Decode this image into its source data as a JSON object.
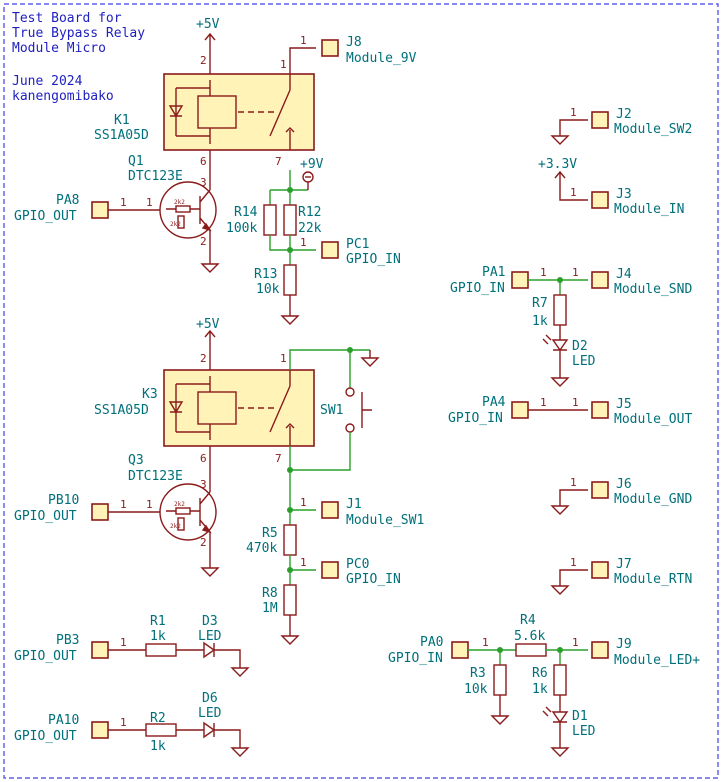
{
  "title_block": {
    "line1": "Test Board for",
    "line2": "True Bypass Relay",
    "line3": "Module Micro",
    "date": "June 2024",
    "author": "kanengomibako"
  },
  "power": {
    "v5_top": "+5V",
    "v5_bottom": "+5V",
    "v9": "+9V",
    "v33": "+3.3V"
  },
  "pins": {
    "p1": "1",
    "p2": "2",
    "p3": "3",
    "p6": "6",
    "p7": "7"
  },
  "relays": {
    "k1": {
      "ref": "K1",
      "value": "SS1A05D"
    },
    "k3": {
      "ref": "K3",
      "value": "SS1A05D"
    }
  },
  "transistors": {
    "q1": {
      "ref": "Q1",
      "value": "DTC123E",
      "r1": "2k2",
      "r2": "2k2"
    },
    "q3": {
      "ref": "Q3",
      "value": "DTC123E",
      "r1": "2k2",
      "r2": "2k2"
    }
  },
  "resistors": {
    "r14": {
      "ref": "R14",
      "value": "100k"
    },
    "r12": {
      "ref": "R12",
      "value": "22k"
    },
    "r13": {
      "ref": "R13",
      "value": "10k"
    },
    "r5": {
      "ref": "R5",
      "value": "470k"
    },
    "r8": {
      "ref": "R8",
      "value": "1M"
    },
    "r1": {
      "ref": "R1",
      "value": "1k"
    },
    "r2": {
      "ref": "R2",
      "value": "1k"
    },
    "r7": {
      "ref": "R7",
      "value": "1k"
    },
    "r4": {
      "ref": "R4",
      "value": "5.6k"
    },
    "r3": {
      "ref": "R3",
      "value": "10k"
    },
    "r6": {
      "ref": "R6",
      "value": "1k"
    }
  },
  "leds": {
    "d3": {
      "ref": "D3",
      "value": "LED"
    },
    "d6": {
      "ref": "D6",
      "value": "LED"
    },
    "d2": {
      "ref": "D2",
      "value": "LED"
    },
    "d1": {
      "ref": "D1",
      "value": "LED"
    }
  },
  "switch": {
    "ref": "SW1"
  },
  "connectors": {
    "pa8": {
      "ref": "PA8",
      "value": "GPIO_OUT"
    },
    "pb10": {
      "ref": "PB10",
      "value": "GPIO_OUT"
    },
    "pb3": {
      "ref": "PB3",
      "value": "GPIO_OUT"
    },
    "pa10": {
      "ref": "PA10",
      "value": "GPIO_OUT"
    },
    "j8": {
      "ref": "J8",
      "value": "Module_9V"
    },
    "pc1": {
      "ref": "PC1",
      "value": "GPIO_IN"
    },
    "j1": {
      "ref": "J1",
      "value": "Module_SW1"
    },
    "pc0": {
      "ref": "PC0",
      "value": "GPIO_IN"
    },
    "j2": {
      "ref": "J2",
      "value": "Module_SW2"
    },
    "j3": {
      "ref": "J3",
      "value": "Module_IN"
    },
    "pa1": {
      "ref": "PA1",
      "value": "GPIO_IN"
    },
    "j4": {
      "ref": "J4",
      "value": "Module_SND"
    },
    "pa4": {
      "ref": "PA4",
      "value": "GPIO_IN"
    },
    "j5": {
      "ref": "J5",
      "value": "Module_OUT"
    },
    "j6": {
      "ref": "J6",
      "value": "Module_GND"
    },
    "j7": {
      "ref": "J7",
      "value": "Module_RTN"
    },
    "pa0": {
      "ref": "PA0",
      "value": "GPIO_IN"
    },
    "j9": {
      "ref": "J9",
      "value": "Module_LED+"
    }
  },
  "colors": {
    "wire": "#2aa02a",
    "part": "#8b1a1a",
    "label": "#00707a",
    "title": "#2020c0",
    "fill": "#fff3b8"
  }
}
